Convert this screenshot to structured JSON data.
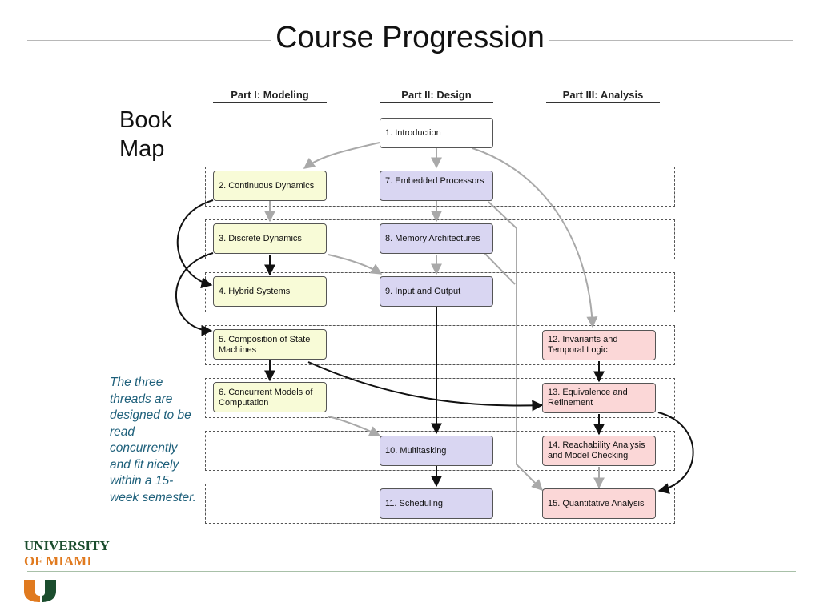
{
  "slide": {
    "title": "Course Progression",
    "book_map_label": "Book Map",
    "threads_note": "The three threads are designed to be read concurrently and fit nicely within a 15-week semester."
  },
  "columns": [
    "Part I: Modeling",
    "Part II: Design",
    "Part III: Analysis"
  ],
  "nodes": {
    "n1": "1. Introduction",
    "n2": "2. Continuous Dynamics",
    "n3": "3. Discrete Dynamics",
    "n4": "4. Hybrid Systems",
    "n5": "5. Composition of State Machines",
    "n6": "6. Concurrent Models of Computation",
    "n7": "7. Embedded Processors",
    "n8": "8. Memory Architectures",
    "n9": "9. Input and Output",
    "n10": "10. Multitasking",
    "n11": "11. Scheduling",
    "n12": "12. Invariants and Temporal Logic",
    "n13": "13. Equivalence and Refinement",
    "n14": "14. Reachability Analysis and Model Checking",
    "n15": "15. Quantitative Analysis"
  },
  "colors": {
    "intro": "#ffffff",
    "part1": "#f8fbd7",
    "part2": "#d9d6f2",
    "part3": "#fbd7d7",
    "arrow_dark": "#111111",
    "arrow_light": "#a9a9a9",
    "note_text": "#1d5f7a",
    "um_green": "#1b4d2e",
    "um_orange": "#e07a1f"
  },
  "logo": {
    "line1": "UNIVERSITY",
    "line2": "OF MIAMI"
  }
}
